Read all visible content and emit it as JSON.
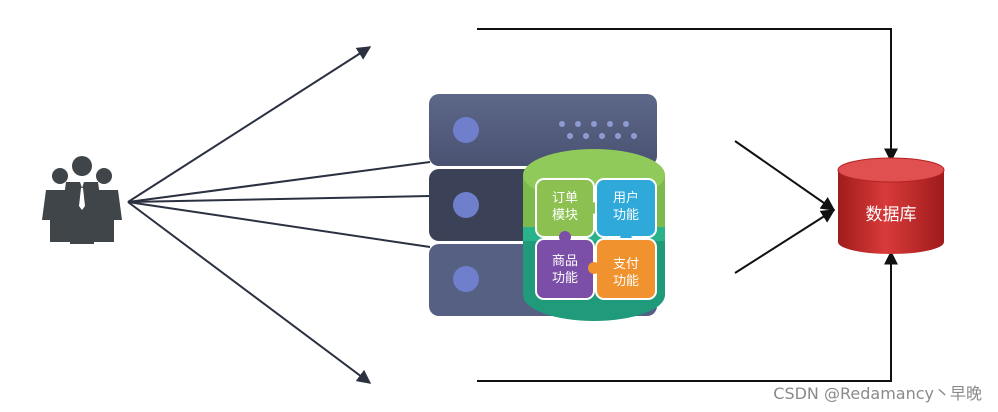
{
  "diagram": {
    "modules": [
      {
        "id": "order",
        "lines": [
          "订单",
          "模块"
        ],
        "color": "#8cc152"
      },
      {
        "id": "user",
        "lines": [
          "用户",
          "功能"
        ],
        "color": "#2fa9d9"
      },
      {
        "id": "product",
        "lines": [
          "商品",
          "功能"
        ],
        "color": "#7b4fa8"
      },
      {
        "id": "payment",
        "lines": [
          "支付",
          "功能"
        ],
        "color": "#f0922e"
      }
    ],
    "database": {
      "label": "数据库",
      "color": "#c62828"
    },
    "server_color": "#566080",
    "arrow_color": "#2b3140"
  },
  "watermark": "CSDN @Redamancy丶早晚"
}
